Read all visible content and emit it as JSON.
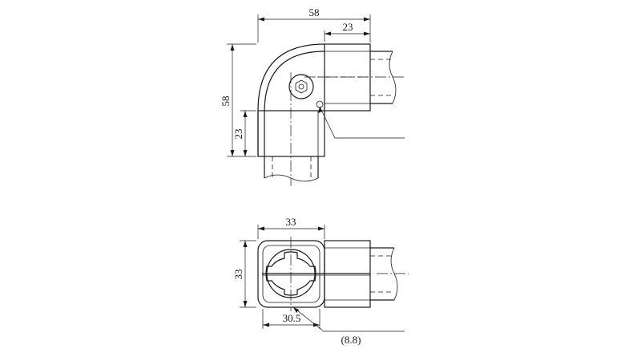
{
  "dimensions": {
    "side_view": {
      "overall_width": "58",
      "tube_width": "23",
      "overall_height": "58",
      "tube_height": "23"
    },
    "bottom_view": {
      "width": "33",
      "height": "33",
      "inner_width": "30.5",
      "depth_ref": "(8.8)"
    }
  }
}
